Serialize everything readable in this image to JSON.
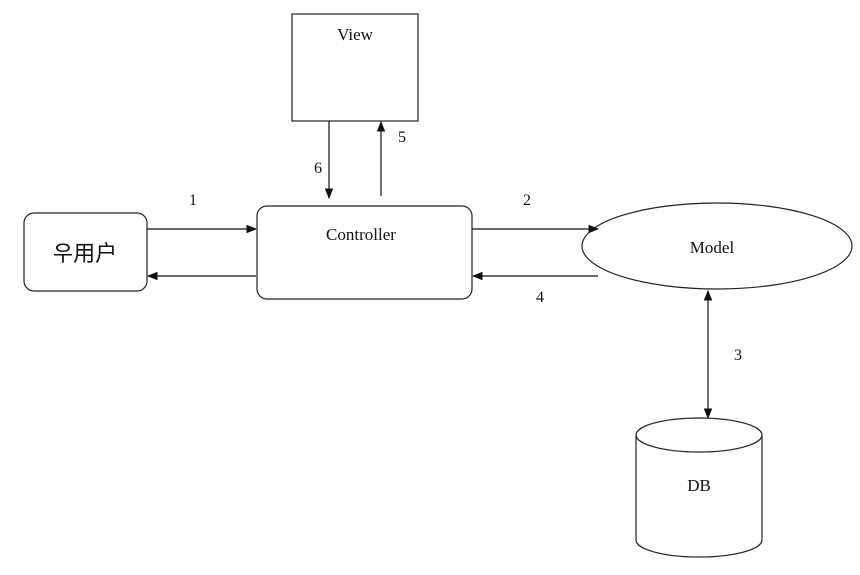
{
  "nodes": {
    "view": "View",
    "controller": "Controller",
    "model": "Model",
    "db": "DB",
    "user": "우用户"
  },
  "edges": {
    "user_to_controller": "1",
    "controller_to_model": "2",
    "model_db": "3",
    "model_to_controller": "4",
    "controller_to_view": "5",
    "view_to_controller": "6"
  }
}
